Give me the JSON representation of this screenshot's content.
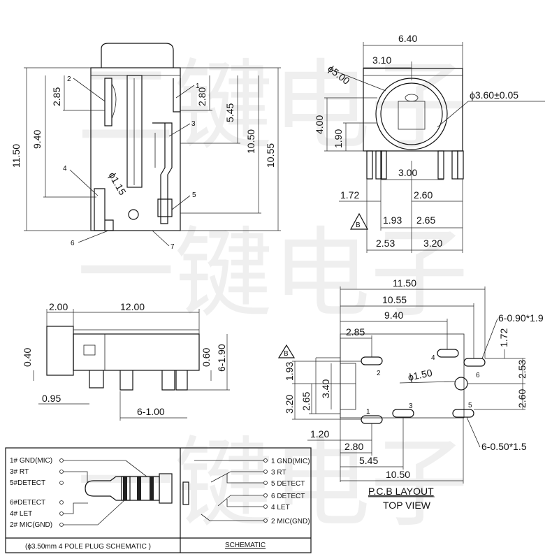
{
  "watermark": [
    "二键电子",
    "一键电子"
  ],
  "side_view": {
    "dims": {
      "overall_height": "11.50",
      "h_9_40": "9.40",
      "h_2_85": "2.85",
      "h_2_80": "2.80",
      "h_5_45": "5.45",
      "h_10_50": "10.50",
      "h_10_55": "10.55",
      "pin_dia": "ϕ1.15"
    },
    "callouts": [
      "1",
      "2",
      "3",
      "4",
      "5",
      "6",
      "7"
    ]
  },
  "front_view": {
    "dims": {
      "width": "6.40",
      "half": "3.10",
      "outer_dia": "ϕ5.00",
      "bore_dia": "ϕ3.60±0.05",
      "h_4_00": "4.00",
      "h_1_90": "1.90",
      "pitch_3_00": "3.00",
      "left_1_72": "1.72",
      "right_2_60": "2.60",
      "a_1_93": "1.93",
      "b_2_65": "2.65",
      "c_2_53": "2.53",
      "d_3_20": "3.20"
    },
    "datum": "B"
  },
  "bottom_view": {
    "dims": {
      "flange": "2.00",
      "length": "12.00",
      "left_0_40": "0.40",
      "left_0_95": "0.95",
      "pin_0_60": "0.60",
      "pin_1_90": "6-1.90",
      "pins_1_00": "6-1.00"
    }
  },
  "pcb_layout": {
    "dims": {
      "w_11_50": "11.50",
      "w_10_55": "10.55",
      "w_9_40": "9.40",
      "w_2_85": "2.85",
      "slot_big": "6-0.90*1.9",
      "r_1_72": "1.72",
      "r_2_53": "2.53",
      "r_2_60": "2.60",
      "hole": "ϕ1.50",
      "l_1_93": "1.93",
      "l_3_40": "3.40",
      "l_3_20": "3.20",
      "l_2_65": "2.65",
      "slot_small": "6-0.50*1.5",
      "b_1_20": "1.20",
      "b_2_80": "2.80",
      "b_5_45": "5.45",
      "b_10_50": "10.50"
    },
    "pad_labels": [
      "2",
      "4",
      "6",
      "1",
      "3",
      "5"
    ],
    "datum": "B",
    "title": "P.C.B LAYOUT",
    "subtitle": "TOP VIEW"
  },
  "plug_schematic": {
    "labels": [
      "1# GND(MIC)",
      "3# RT",
      "5#DETECT",
      "6#DETECT",
      "4# LET",
      "2# MIC(GND)"
    ],
    "caption": "(ϕ3.50mm 4 POLE PLUG SCHEMATIC )"
  },
  "jack_schematic": {
    "labels": [
      "1 GND(MIC)",
      "3 RT",
      "5 DETECT",
      "6 DETECT",
      "4 LET",
      "2 MIC(GND)"
    ],
    "caption": "SCHEMATIC"
  }
}
